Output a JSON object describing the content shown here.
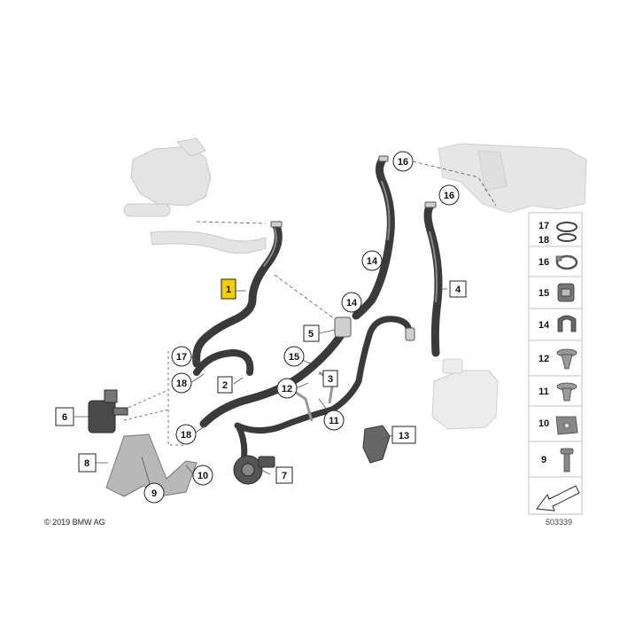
{
  "copyright": "© 2019 BMW AG",
  "diagram_number": "503339",
  "square_callouts": [
    {
      "id": "sq-1",
      "label": "1",
      "highlight": true
    },
    {
      "id": "sq-2",
      "label": "2"
    },
    {
      "id": "sq-3",
      "label": "3"
    },
    {
      "id": "sq-4",
      "label": "4"
    },
    {
      "id": "sq-5",
      "label": "5"
    },
    {
      "id": "sq-6",
      "label": "6"
    },
    {
      "id": "sq-7",
      "label": "7"
    },
    {
      "id": "sq-8",
      "label": "8"
    },
    {
      "id": "sq-13",
      "label": "13"
    }
  ],
  "circle_callouts": [
    {
      "id": "c-16a",
      "label": "16"
    },
    {
      "id": "c-16b",
      "label": "16"
    },
    {
      "id": "c-14a",
      "label": "14"
    },
    {
      "id": "c-14b",
      "label": "14"
    },
    {
      "id": "c-15",
      "label": "15"
    },
    {
      "id": "c-17",
      "label": "17"
    },
    {
      "id": "c-18a",
      "label": "18"
    },
    {
      "id": "c-18b",
      "label": "18"
    },
    {
      "id": "c-12",
      "label": "12"
    },
    {
      "id": "c-11",
      "label": "11"
    },
    {
      "id": "c-9",
      "label": "9"
    },
    {
      "id": "c-10",
      "label": "10"
    }
  ],
  "legend_items": [
    "17",
    "18",
    "16",
    "15",
    "14",
    "12",
    "11",
    "10",
    "9"
  ],
  "colors": {
    "highlight": "#f2d000",
    "hose": "#3a3a3a",
    "ghost": "#d8d8d8",
    "line": "#666666"
  }
}
